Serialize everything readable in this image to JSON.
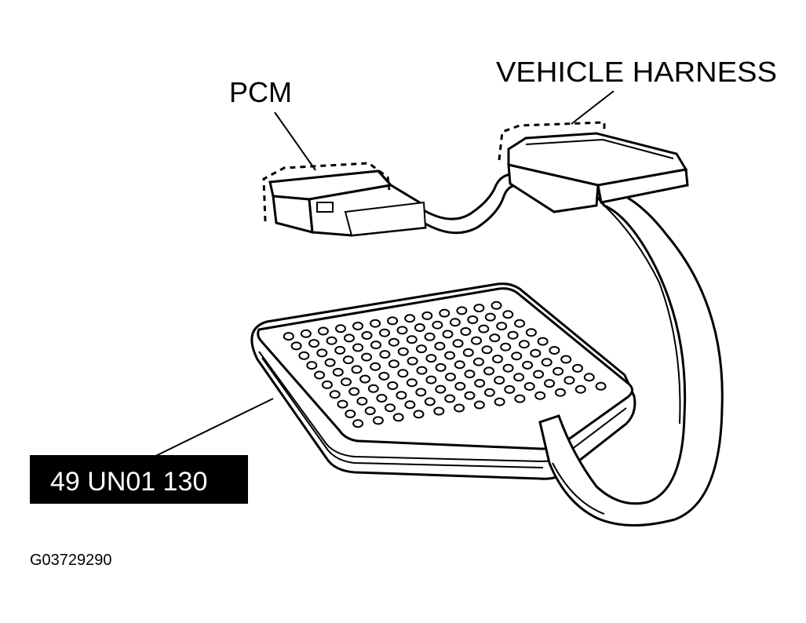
{
  "labels": {
    "pcm": "PCM",
    "vehicle_harness": "VEHICLE HARNESS",
    "tool_number": "49 UN01 130",
    "figure_id": "G03729290"
  },
  "colors": {
    "ink": "#000000",
    "paper": "#ffffff",
    "tag_background": "#000000",
    "tag_text": "#ffffff"
  }
}
